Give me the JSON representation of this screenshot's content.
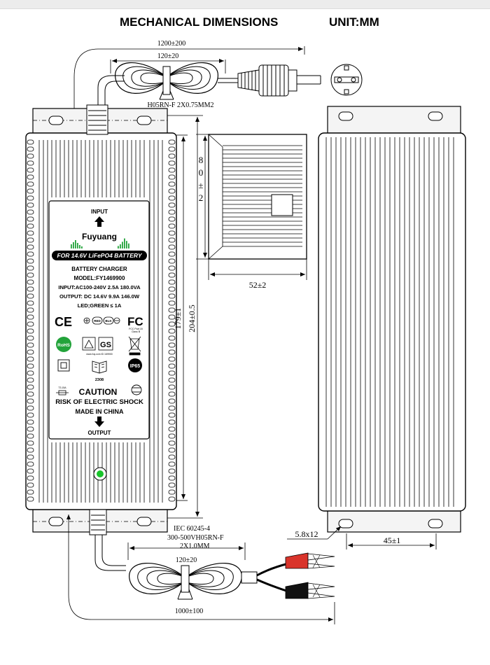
{
  "header": {
    "title": "MECHANICAL DIMENSIONS",
    "unit": "UNIT:MM"
  },
  "dimensions": {
    "input_cable_total": "1200±200",
    "input_coil": "120±20",
    "input_cable_spec": "H05RN-F 2X0.75MM2",
    "body_inner_length": "179±1",
    "body_total_length": "204±0.5",
    "side_height": "80±2",
    "side_height_chars": [
      "8",
      "0",
      "±",
      "2"
    ],
    "side_width": "52±2",
    "mount_hole": "5.8x12",
    "mount_spacing": "45±1",
    "output_cable_standard": "IEC 60245-4",
    "output_cable_type": "300-500VH05RN-F",
    "output_cable_size": "2X1.0MM",
    "output_coil": "120±20",
    "output_cable_total": "1000±100"
  },
  "label": {
    "input": "INPUT",
    "brand": "Fuyuang",
    "battery_banner": "FOR 14.6V LiFePO4 BATTERY",
    "product": "BATTERY CHARGER",
    "model": "MODEL:FY1469900",
    "input_spec": "INPUT:AC100-240V 2.5A 180.0VA",
    "output_spec": "OUTPUT: DC 14.6V 9.9A 146.0W",
    "led": "LED;GREEN ≤  1A",
    "ce": "CE",
    "polarity_red": "RED",
    "polarity_blk": "BLK",
    "fc": "FC",
    "fc_small_1": "FCC Part 15",
    "fc_small_2": "Class B",
    "rohs": "RoHS",
    "gs": "GS",
    "cert_small": "www.fuy.com  ID 169900",
    "ip": "IP65",
    "date_code": "2308",
    "fuse_small": "T3.15A",
    "caution": "CAUTION",
    "risk": "RISK OF ELECTRIC SHOCK",
    "made": "MADE IN CHINA",
    "output": "OUTPUT"
  },
  "colors": {
    "brand_green": "#22a33a",
    "led_green": "#19c42b",
    "clip_red": "#d9342b",
    "line": "#000000"
  }
}
